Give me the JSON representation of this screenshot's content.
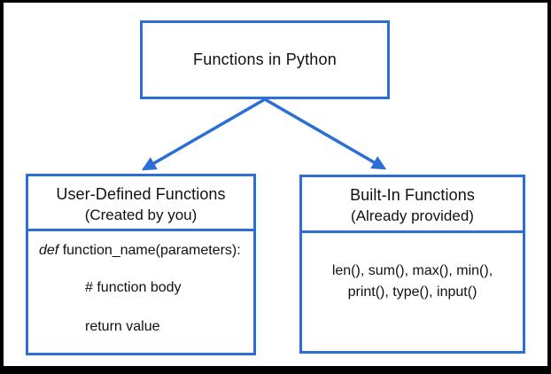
{
  "diagram": {
    "accent_color": "#2a6ed6",
    "frame_color": "#000000",
    "root_node": {
      "label": "Functions in Python"
    },
    "left_node": {
      "title": "User-Defined Functions",
      "subtitle": "(Created by you)",
      "code": {
        "keyword": "def",
        "signature": " function_name(parameters):",
        "comment_line": "# function body",
        "return_line": "return value"
      }
    },
    "right_node": {
      "title": "Built-In Functions",
      "subtitle": "(Already provided)",
      "examples_line1": "len(), sum(), max(), min(),",
      "examples_line2": "print(), type(), input()"
    }
  }
}
